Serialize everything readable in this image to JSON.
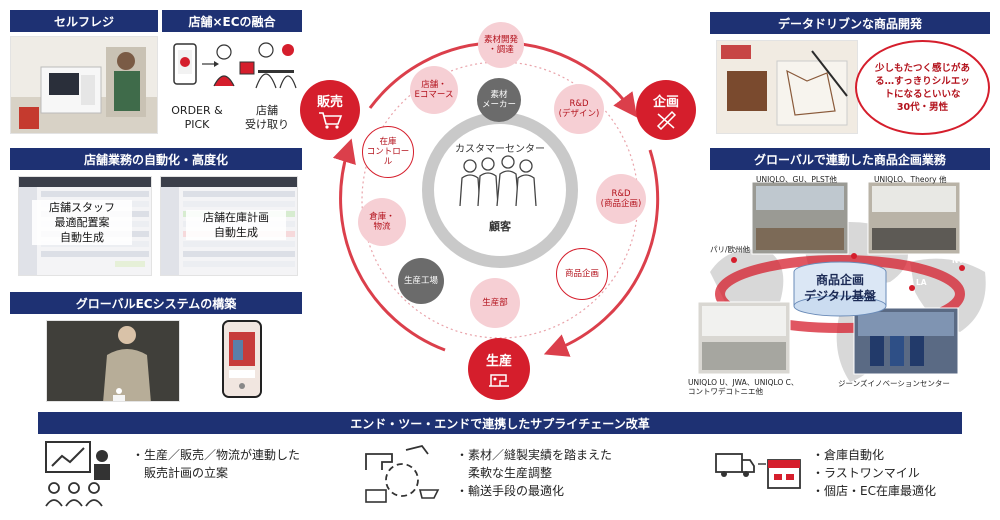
{
  "left": {
    "self_checkout": {
      "title": "セルフレジ"
    },
    "store_ec": {
      "title": "店舗×ECの融合",
      "order_pick": "ORDER &\nPICK",
      "store_pickup": "店舗\n受け取り"
    },
    "store_automation": {
      "title": "店舗業務の自動化・高度化",
      "screen1_label": "店舗スタッフ\n最適配置案\n自動生成",
      "screen2_label": "店舗在庫計画\n自動生成"
    },
    "global_ec": {
      "title": "グローバルECシステムの構築"
    }
  },
  "cycle": {
    "center_title": "カスタマーセンター",
    "center_label": "顧客",
    "phases": {
      "sales": "販売",
      "planning": "企画",
      "production": "生産"
    },
    "nodes": {
      "materials_dev": "素材開発\n・調達",
      "store_ecommerce": "店舗・\nEコマース",
      "material_maker": "素材\nメーカー",
      "rd_design": "R&D\n(デザイン)",
      "inventory_control": "在庫\nコントロール",
      "rd_planning": "R&D\n(商品企画)",
      "warehouse_logistics": "倉庫・\n物流",
      "merch_planning": "商品企画",
      "factory": "生産工場",
      "production_dept": "生産部"
    }
  },
  "right": {
    "data_driven": {
      "title": "データドリブンな商品開発",
      "bubble": "少しもたつく感じがあ\nる…すっきりシルエッ\nトになるといいな\n30代・男性"
    },
    "global_planning": {
      "title": "グローバルで連動した商品企画業務",
      "tag_top_left": "UNIQLO、GU、PLST他",
      "tag_top_right": "UNIQLO、Theory 他",
      "tag_paris": "パリ/欧州他",
      "tag_ny": "NY",
      "tag_la": "LA",
      "center": "商品企画\nデジタル基盤",
      "tag_bottom_left": "UNIQLO U、JWA、UNIQLO C、\nコントワデコトニエ他",
      "tag_bottom_right": "ジーンズイノベーションセンター"
    }
  },
  "bottom": {
    "title": "エンド・ツー・エンドで連携したサプライチェーン改革",
    "col1": [
      "・生産／販売／物流が連動した",
      "　販売計画の立案"
    ],
    "col2": [
      "・素材／縫製実績を踏まえた",
      "　柔軟な生産調整",
      "・輸送手段の最適化"
    ],
    "col3": [
      "・倉庫自動化",
      "・ラストワンマイル",
      "・個店・EC在庫最適化"
    ]
  },
  "colors": {
    "navy": "#1e3173",
    "red": "#d51e2c",
    "pink": "#f6cfd4",
    "gray": "#6b6b6b"
  }
}
